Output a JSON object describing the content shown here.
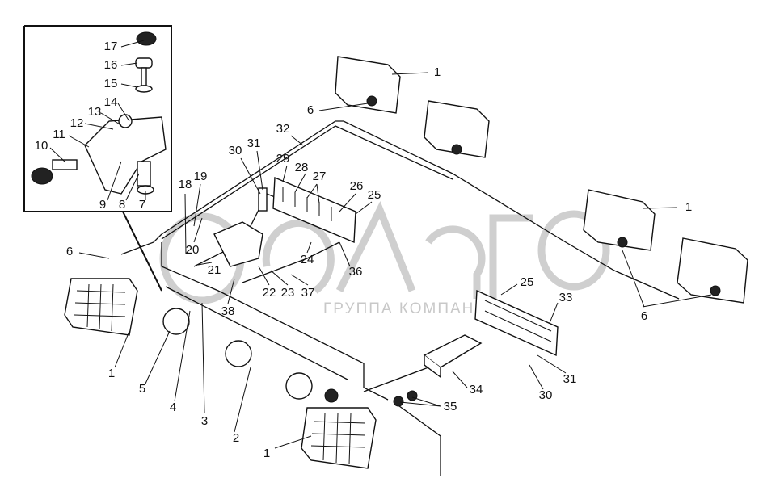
{
  "watermark": {
    "logo": "елагро",
    "subtitle": "ГРУППА КОМПАНИЙ"
  },
  "inset_labels": [
    "17",
    "16",
    "15",
    "14",
    "13",
    "12",
    "11",
    "10",
    "9",
    "8",
    "7"
  ],
  "labels": {
    "l1a": "1",
    "l6a": "6",
    "l32": "32",
    "l31a": "31",
    "l30a": "30",
    "l29": "29",
    "l28": "28",
    "l27": "27",
    "l26": "26",
    "l25a": "25",
    "l19": "19",
    "l18": "18",
    "l20": "20",
    "l21": "21",
    "l24": "24",
    "l36": "36",
    "l22": "22",
    "l23": "23",
    "l37": "37",
    "l38": "38",
    "l6b": "6",
    "l1b": "1",
    "l5": "5",
    "l4": "4",
    "l3": "3",
    "l2": "2",
    "l1c": "1",
    "l1d": "1",
    "l6c": "6",
    "l25b": "25",
    "l33": "33",
    "l31b": "31",
    "l30b": "30",
    "l34": "34",
    "l35": "35"
  }
}
